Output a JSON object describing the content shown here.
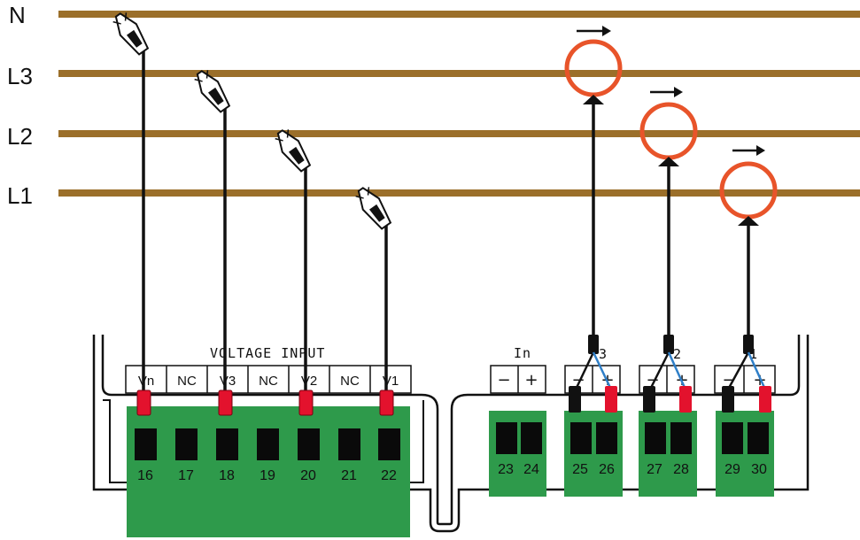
{
  "phase_lines": [
    {
      "label": "N"
    },
    {
      "label": "L3"
    },
    {
      "label": "L2"
    },
    {
      "label": "L1"
    }
  ],
  "voltage_block": {
    "header": "VOLTAGE INPUT",
    "cells": [
      "Vn",
      "NC",
      "V3",
      "NC",
      "V2",
      "NC",
      "V1"
    ],
    "terminals": [
      "16",
      "17",
      "18",
      "19",
      "20",
      "21",
      "22"
    ]
  },
  "in_block": {
    "header": "In",
    "cells": [
      "−",
      "+"
    ],
    "terminals": [
      "23",
      "24"
    ]
  },
  "current_blocks": [
    {
      "label": "3",
      "cells": [
        "−",
        "+"
      ],
      "terminals": [
        "25",
        "26"
      ]
    },
    {
      "label": "2",
      "cells": [
        "−",
        "+"
      ],
      "terminals": [
        "27",
        "28"
      ]
    },
    {
      "label": "1",
      "cells": [
        "−",
        "+"
      ],
      "terminals": [
        "29",
        "30"
      ]
    }
  ],
  "colors": {
    "phase_line": "#9b6f2a",
    "terminal_board": "#2e9a4b",
    "rogowski_coil": "#e8542a",
    "lead_red": "#e3122d",
    "lead_blue": "#2f7fc8",
    "wire_black": "#111111"
  },
  "icons": {
    "clip": "alligator-clip-icon",
    "coil": "rogowski-coil-icon",
    "direction": "arrow-right-icon"
  }
}
